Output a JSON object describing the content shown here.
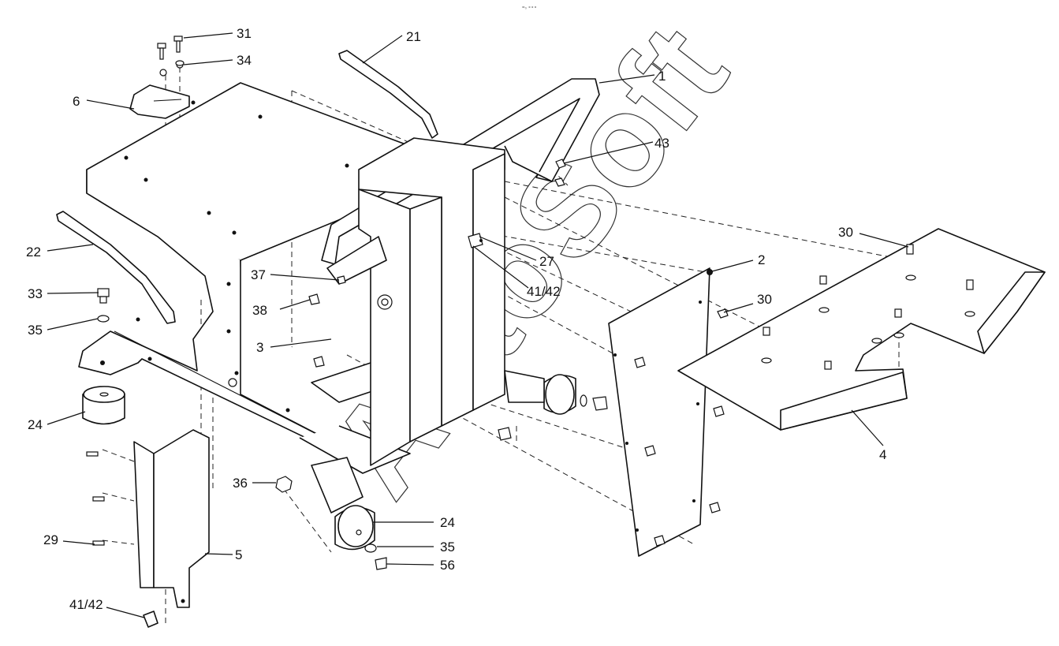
{
  "watermark": "AutoSoft",
  "header_mark": "=₀ ∘∘∘",
  "callouts": [
    {
      "id": "c31",
      "text": "31"
    },
    {
      "id": "c34",
      "text": "34"
    },
    {
      "id": "c21",
      "text": "21"
    },
    {
      "id": "c1",
      "text": "1"
    },
    {
      "id": "c6",
      "text": "6"
    },
    {
      "id": "c43",
      "text": "43"
    },
    {
      "id": "c30a",
      "text": "30"
    },
    {
      "id": "c2",
      "text": "2"
    },
    {
      "id": "c22",
      "text": "22"
    },
    {
      "id": "c27",
      "text": "27"
    },
    {
      "id": "c4142a",
      "text": "41/42"
    },
    {
      "id": "c37",
      "text": "37"
    },
    {
      "id": "c33",
      "text": "33"
    },
    {
      "id": "c38",
      "text": "38"
    },
    {
      "id": "c30b",
      "text": "30"
    },
    {
      "id": "c35a",
      "text": "35"
    },
    {
      "id": "c3",
      "text": "3"
    },
    {
      "id": "c24a",
      "text": "24"
    },
    {
      "id": "c4",
      "text": "4"
    },
    {
      "id": "c36",
      "text": "36"
    },
    {
      "id": "c24b",
      "text": "24"
    },
    {
      "id": "c29",
      "text": "29"
    },
    {
      "id": "c35b",
      "text": "35"
    },
    {
      "id": "c5",
      "text": "5"
    },
    {
      "id": "c56",
      "text": "56"
    },
    {
      "id": "c4142b",
      "text": "41/42"
    }
  ]
}
